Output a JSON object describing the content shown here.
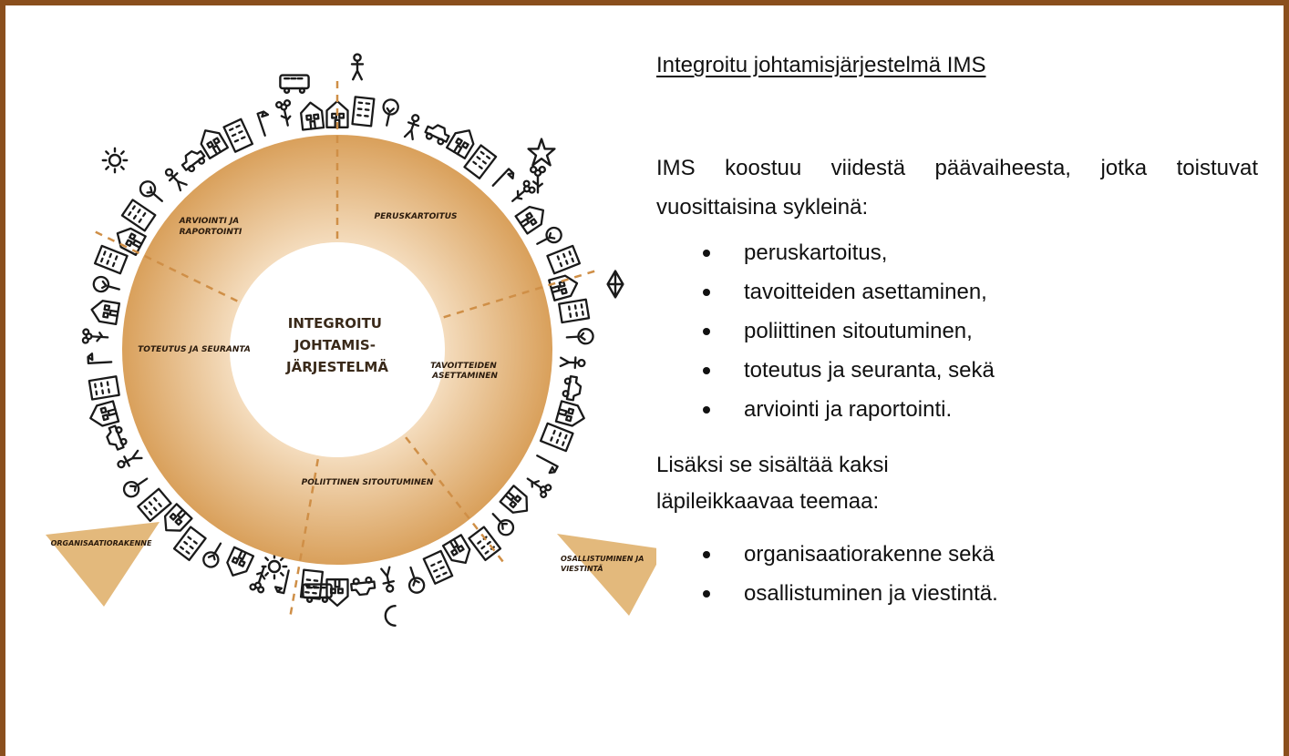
{
  "colors": {
    "frame": "#8a4f1d",
    "ring_outer": "#d9a05b",
    "ring_inner": "#fff4e4",
    "triangle": "#e3b97c",
    "dash": "#cf8f47",
    "text": "#111111"
  },
  "diagram": {
    "center_lines": [
      "INTEGROITU",
      "JOHTAMIS-",
      "JÄRJESTELMÄ"
    ],
    "phases": [
      {
        "lines": [
          "PERUSKARTOITUS"
        ]
      },
      {
        "lines": [
          "TAVOITTEIDEN",
          "ASETTAMINEN"
        ]
      },
      {
        "lines": [
          "POLIITTINEN SITOUTUMINEN"
        ]
      },
      {
        "lines": [
          "TOTEUTUS JA SEURANTA"
        ]
      },
      {
        "lines": [
          "ARVIOINTI JA",
          "RAPORTOINTI"
        ]
      }
    ],
    "themes": [
      {
        "lines": [
          "ORGANISAATIORAKENNE"
        ]
      },
      {
        "lines": [
          "OSALLISTUMINEN JA",
          "VIESTINTÄ"
        ]
      }
    ],
    "decorations": [
      "building-icon",
      "tree-icon",
      "person-icon",
      "sun-icon",
      "star-icon",
      "car-icon",
      "bus-icon",
      "moon-icon",
      "kite-icon",
      "flower-icon",
      "streetlamp-icon",
      "bicycle-icon"
    ]
  },
  "text": {
    "title": "Integroitu johtamisjärjestelmä IMS",
    "intro": "IMS koostuu viidestä päävaiheesta, jotka toistuvat vuosittaisina sykleinä:",
    "phases": [
      "peruskartoitus,",
      "tavoitteiden asettaminen,",
      "poliittinen sitoutuminen,",
      "toteutus ja seuranta, sekä",
      "arviointi ja raportointi."
    ],
    "extra": "Lisäksi se sisältää kaksi läpileikkaavaa teemaa:",
    "themes": [
      "organisaatiorakenne sekä",
      "osallistuminen ja viestintä."
    ]
  }
}
